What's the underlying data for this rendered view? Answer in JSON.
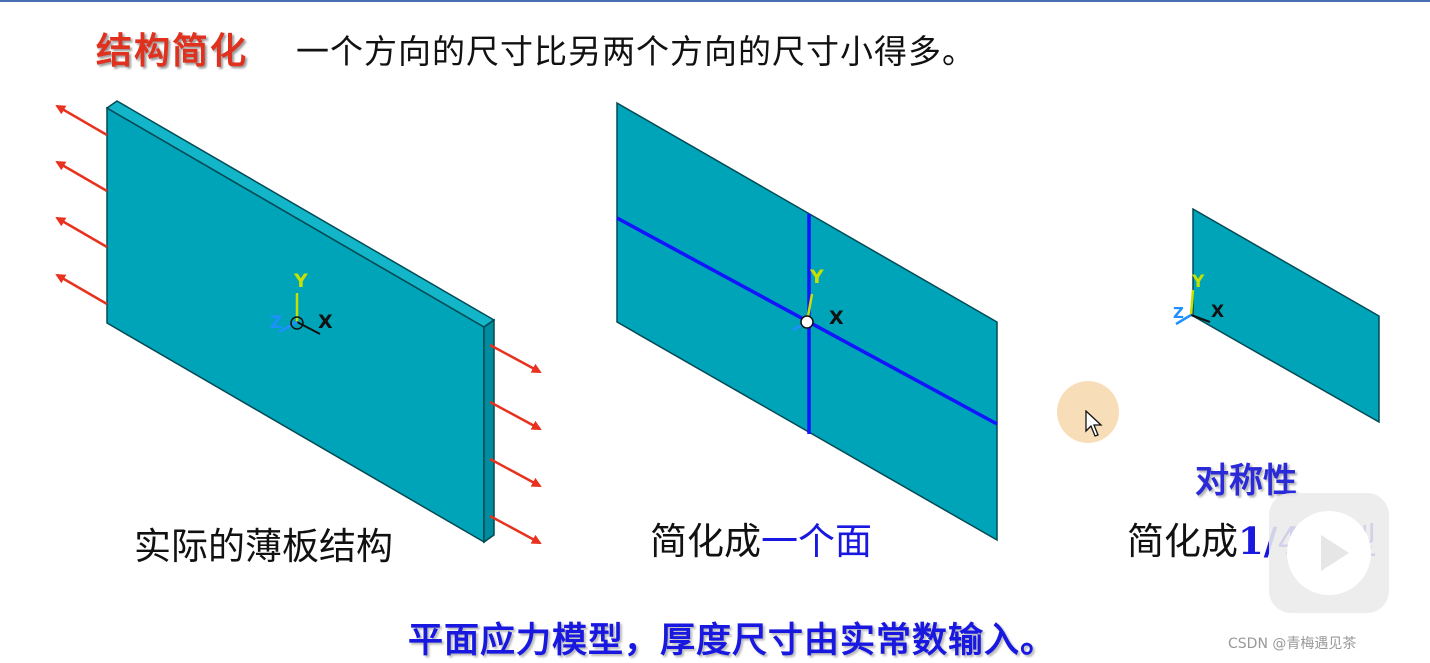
{
  "heading": {
    "tag": "结构简化",
    "description": "一个方向的尺寸比另两个方向的尺寸小得多。"
  },
  "figures": {
    "thin_plate": {
      "caption": "实际的薄板结构"
    },
    "one_face": {
      "caption_prefix": "简化成",
      "caption_highlight": "一个面"
    },
    "quarter_model": {
      "caption_prefix": "简化成",
      "caption_fraction": "1/4",
      "caption_suffix": "模型"
    }
  },
  "axes": {
    "y": "Y",
    "x": "X",
    "z": "Z"
  },
  "symmetry_label": "对称性",
  "bottom_note": "平面应力模型，厚度尺寸由实常数输入。",
  "watermark": "CSDN @青梅遇见茶",
  "colors": {
    "plate": "#00A4B8",
    "edge": "#004a55",
    "arrow": "#e8321e",
    "blue_text": "#1818e0",
    "symmetry_line": "#1414ff",
    "heading_red": "#e0301e"
  },
  "icons": [
    "play-icon",
    "mouse-cursor-icon",
    "axis-triad-icon",
    "force-arrow-icon"
  ]
}
